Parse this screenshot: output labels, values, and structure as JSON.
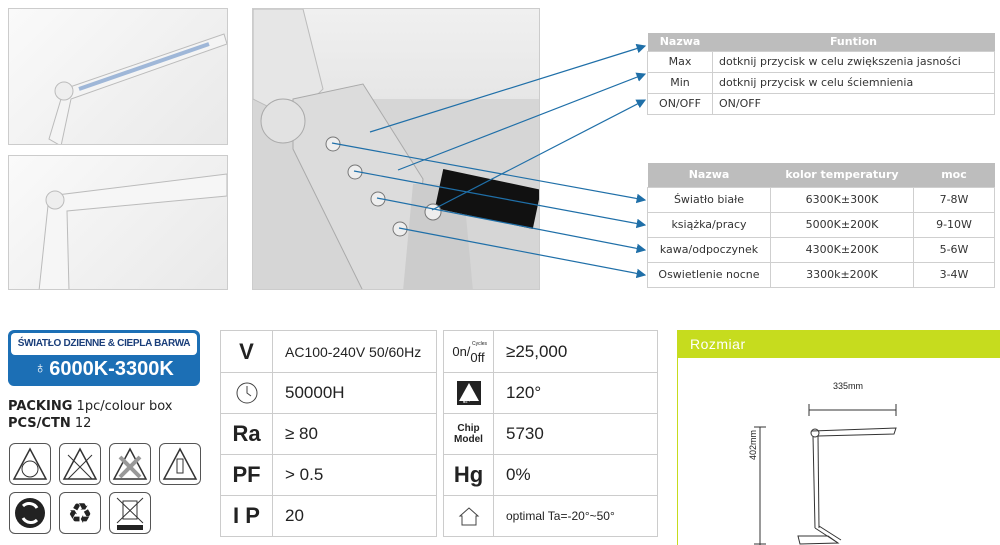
{
  "function_table": {
    "headers": [
      "Nazwa",
      "Funtion"
    ],
    "rows": [
      [
        "Max",
        "dotknij przycisk w celu zwiększenia jasności"
      ],
      [
        "Min",
        "dotknij przycisk w celu ściemnienia"
      ],
      [
        "ON/OFF",
        "ON/OFF"
      ]
    ]
  },
  "mode_table": {
    "headers": [
      "Nazwa",
      "kolor temperatury",
      "moc"
    ],
    "rows": [
      [
        "Światło białe",
        "6300K±300K",
        "7-8W"
      ],
      [
        "książka/pracy",
        "5000K±200K",
        "9-10W"
      ],
      [
        "kawa/odpoczynek",
        "4300K±200K",
        "5-6W"
      ],
      [
        "Oswietlenie nocne",
        "3300k±200K",
        "3-4W"
      ]
    ]
  },
  "badge": {
    "top": "ŚWIATŁO DZIENNE & CIEPLA BARWA",
    "range": "6000K-3300K",
    "color": "#1c6fb5"
  },
  "packing": {
    "label": "PACKING",
    "value": "1pc/colour box",
    "pcs_label": "PCS/CTN",
    "pcs_value": "12"
  },
  "spec_left": [
    {
      "key": "V",
      "value": "AC100-240V 50/60Hz"
    },
    {
      "key_icon": "clock-icon",
      "value": "50000H"
    },
    {
      "key": "Ra",
      "value": "≥ 80"
    },
    {
      "key": "PF",
      "value": "> 0.5"
    },
    {
      "key": "I P",
      "value": "20"
    }
  ],
  "spec_right": [
    {
      "key_on": "0n/",
      "key_cycles": "Cycles",
      "key_off": "0ff",
      "value": "≥25,000"
    },
    {
      "key_icon": "beam-angle-icon",
      "key_sub": "θ= °",
      "value": "120°"
    },
    {
      "key": "Chip Model",
      "value": "5730"
    },
    {
      "key": "Hg",
      "value": "0%"
    },
    {
      "key_icon": "house-icon",
      "value": "optimal  Ta=-20°~50°"
    }
  ],
  "size": {
    "title": "Rozmiar",
    "width": "335mm",
    "height": "402mm",
    "accent": "#c6dc1e"
  },
  "arrow_color": "#1f6fa8"
}
